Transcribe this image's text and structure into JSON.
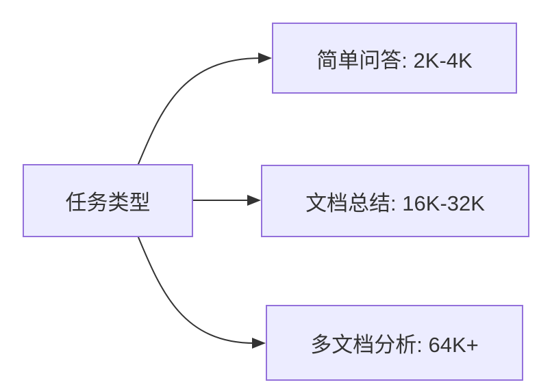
{
  "diagram": {
    "type": "flowchart",
    "root": {
      "label": "任务类型"
    },
    "nodes": [
      {
        "label": "简单问答: 2K-4K"
      },
      {
        "label": "文档总结: 16K-32K"
      },
      {
        "label": "多文档分析: 64K+"
      }
    ],
    "edges": [
      {
        "from": "任务类型",
        "to": "简单问答: 2K-4K"
      },
      {
        "from": "任务类型",
        "to": "文档总结: 16K-32K"
      },
      {
        "from": "任务类型",
        "to": "多文档分析: 64K+"
      }
    ],
    "colors": {
      "node_fill": "#ECECFF",
      "node_border": "#9370DB",
      "edge_line": "#333333",
      "text": "#333333",
      "background": "#FFFFFF"
    }
  }
}
